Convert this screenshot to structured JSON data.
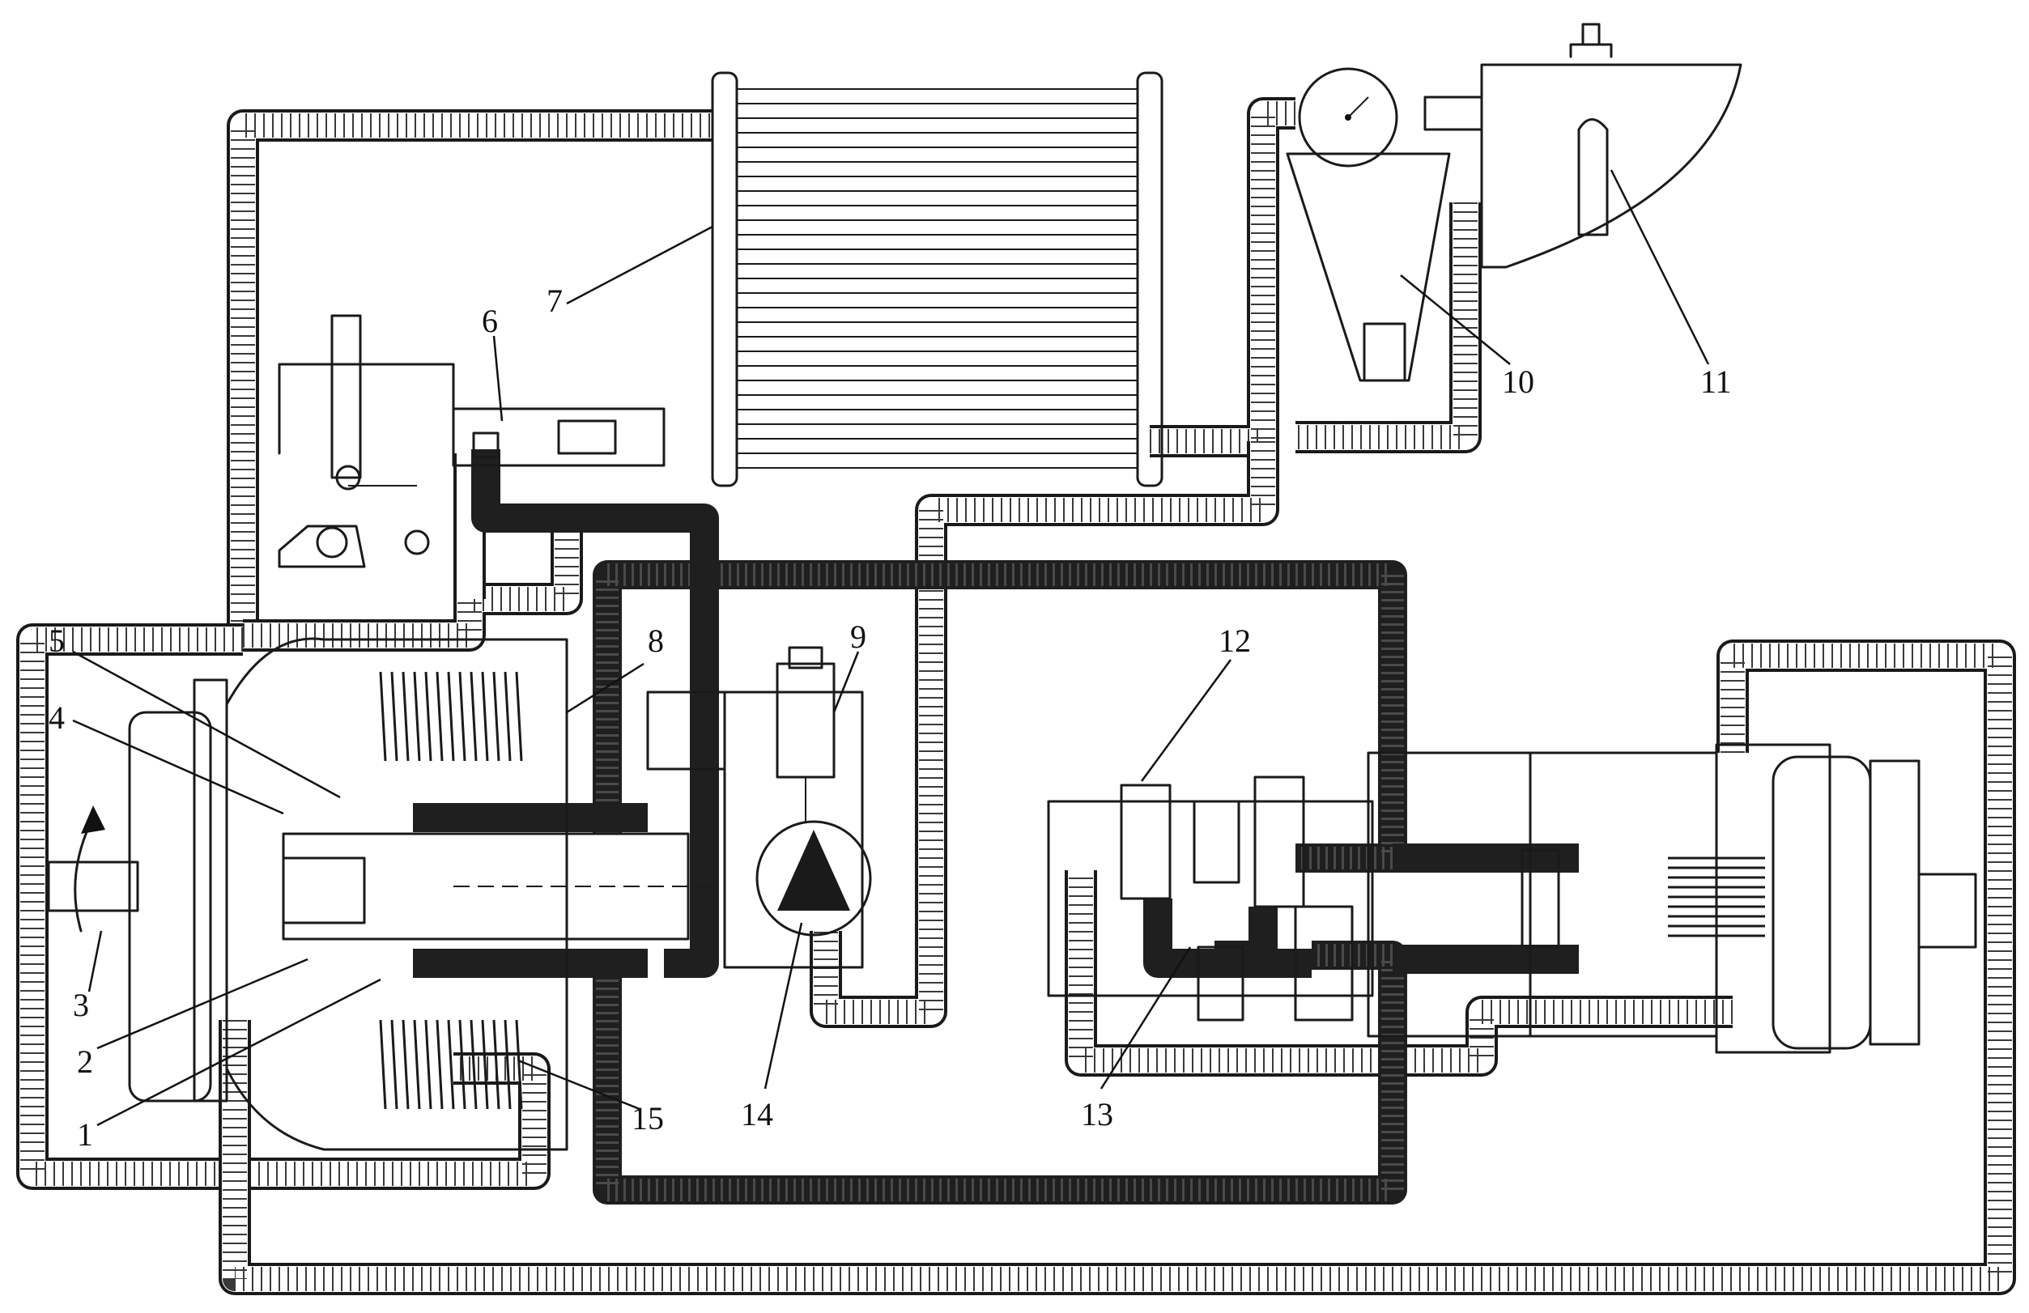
{
  "callouts": [
    {
      "id": "1",
      "text": "1"
    },
    {
      "id": "2",
      "text": "2"
    },
    {
      "id": "3",
      "text": "3"
    },
    {
      "id": "4",
      "text": "4"
    },
    {
      "id": "5",
      "text": "5"
    },
    {
      "id": "6",
      "text": "6"
    },
    {
      "id": "7",
      "text": "7"
    },
    {
      "id": "8",
      "text": "8"
    },
    {
      "id": "9",
      "text": "9"
    },
    {
      "id": "10",
      "text": "10"
    },
    {
      "id": "11",
      "text": "11"
    },
    {
      "id": "12",
      "text": "12"
    },
    {
      "id": "13",
      "text": "13"
    },
    {
      "id": "14",
      "text": "14"
    },
    {
      "id": "15",
      "text": "15"
    }
  ],
  "colors": {
    "line": "#1a1a1a",
    "background": "#ffffff",
    "pipe_fill": "#ffffff",
    "pressure_pipe": "#1f1f1f"
  }
}
